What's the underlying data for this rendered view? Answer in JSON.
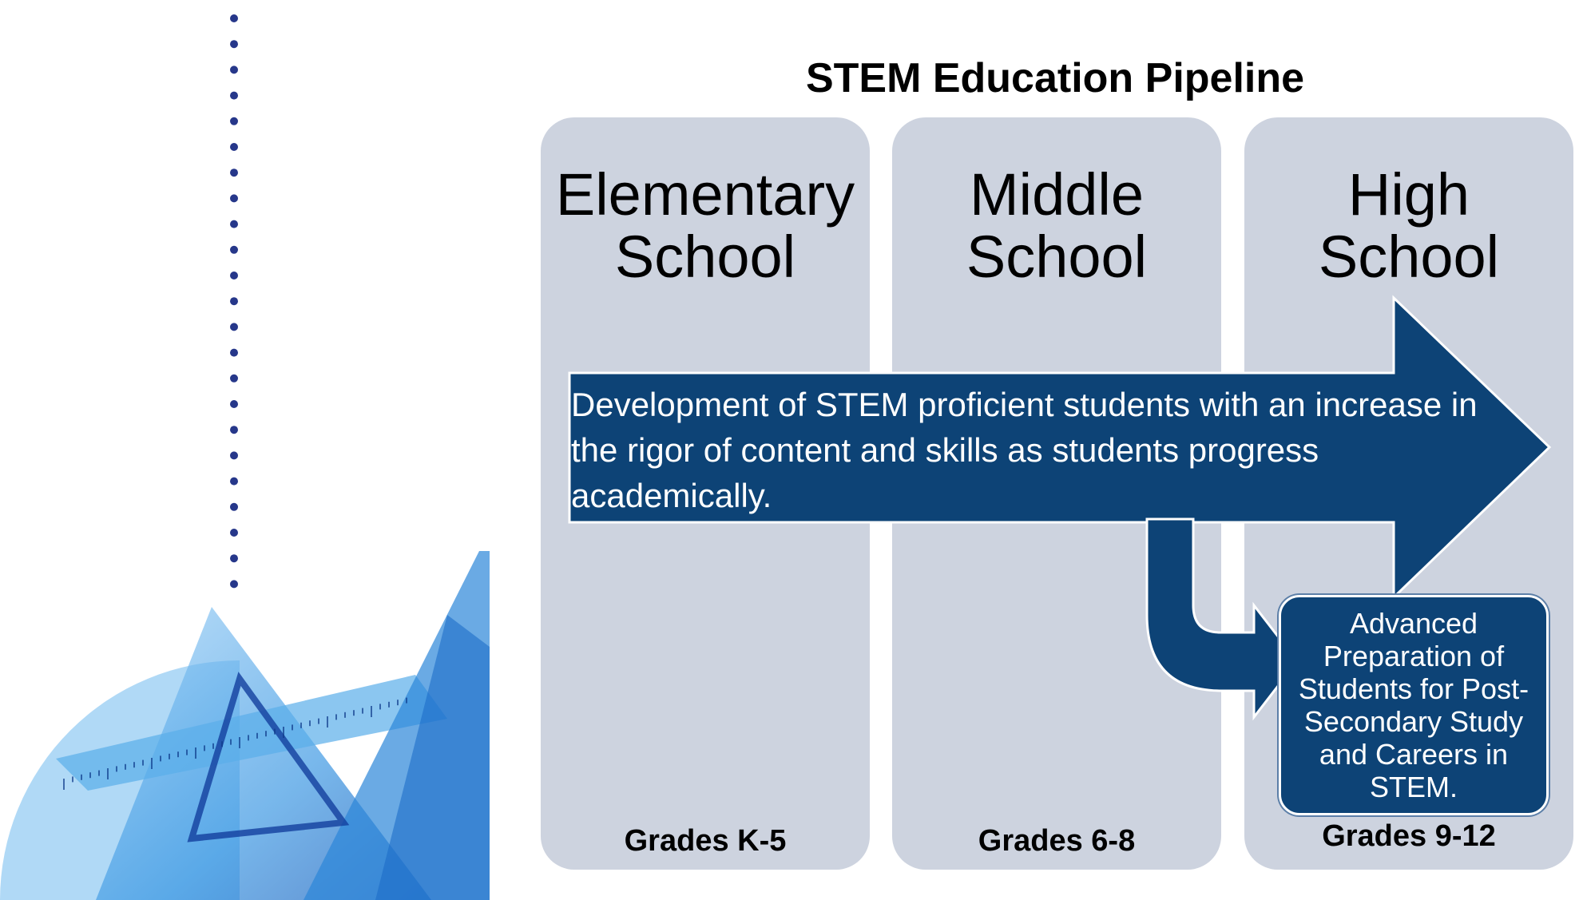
{
  "title": "STEM Education Pipeline",
  "stages": [
    {
      "name_line1": "Elementary",
      "name_line2": "School",
      "grades": "Grades K-5"
    },
    {
      "name_line1": "Middle",
      "name_line2": "School",
      "grades": "Grades 6-8"
    },
    {
      "name_line1": "High",
      "name_line2": "School",
      "grades": "Grades 9-12"
    }
  ],
  "arrow_text": "Development of STEM proficient students with an increase in the rigor of content and skills as students progress academically.",
  "advanced_text": "Advanced Preparation of Students for Post-Secondary Study and Careers in STEM.",
  "colors": {
    "arrow": "#0d4376",
    "panel": "#cdd3df",
    "dots": "#26378a",
    "drafting_tools": "#2a8ee0"
  },
  "decoration_icons": [
    "dotted-line",
    "rulers-and-protractors"
  ]
}
